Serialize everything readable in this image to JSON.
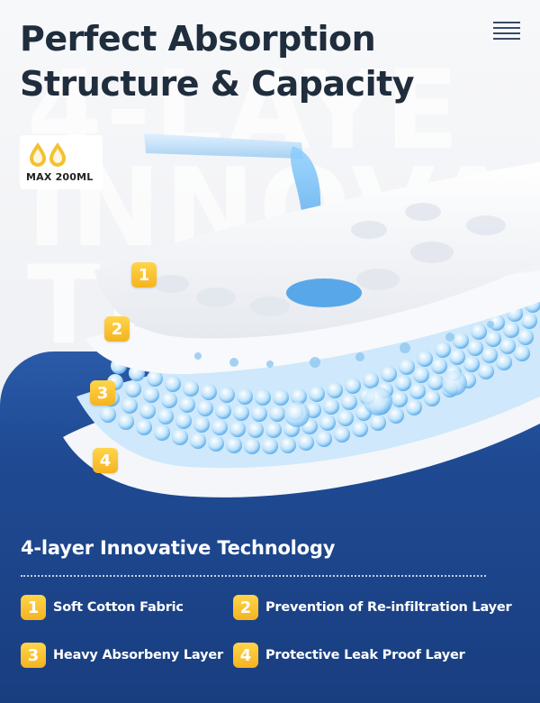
{
  "header": {
    "title_line1": "Perfect Absorption",
    "title_line2": "Structure &  Capacity"
  },
  "capacity_badge": {
    "icon": "droplet-icon",
    "label": "MAX 200ML"
  },
  "layer_markers": [
    "1",
    "2",
    "3",
    "4"
  ],
  "section": {
    "heading": "4-layer Innovative Technology"
  },
  "features": [
    {
      "number": "1",
      "label": "Soft Cotton Fabric"
    },
    {
      "number": "2",
      "label": "Prevention of Re-infiltration Layer"
    },
    {
      "number": "3",
      "label": "Heavy Absorbeny Layer"
    },
    {
      "number": "4",
      "label": "Protective Leak Proof Layer"
    }
  ],
  "colors": {
    "title": "#1f2d3d",
    "panel_blue": "#1f4a93",
    "badge_yellow": "#f5b321",
    "water_blue": "#4aa3e8"
  }
}
